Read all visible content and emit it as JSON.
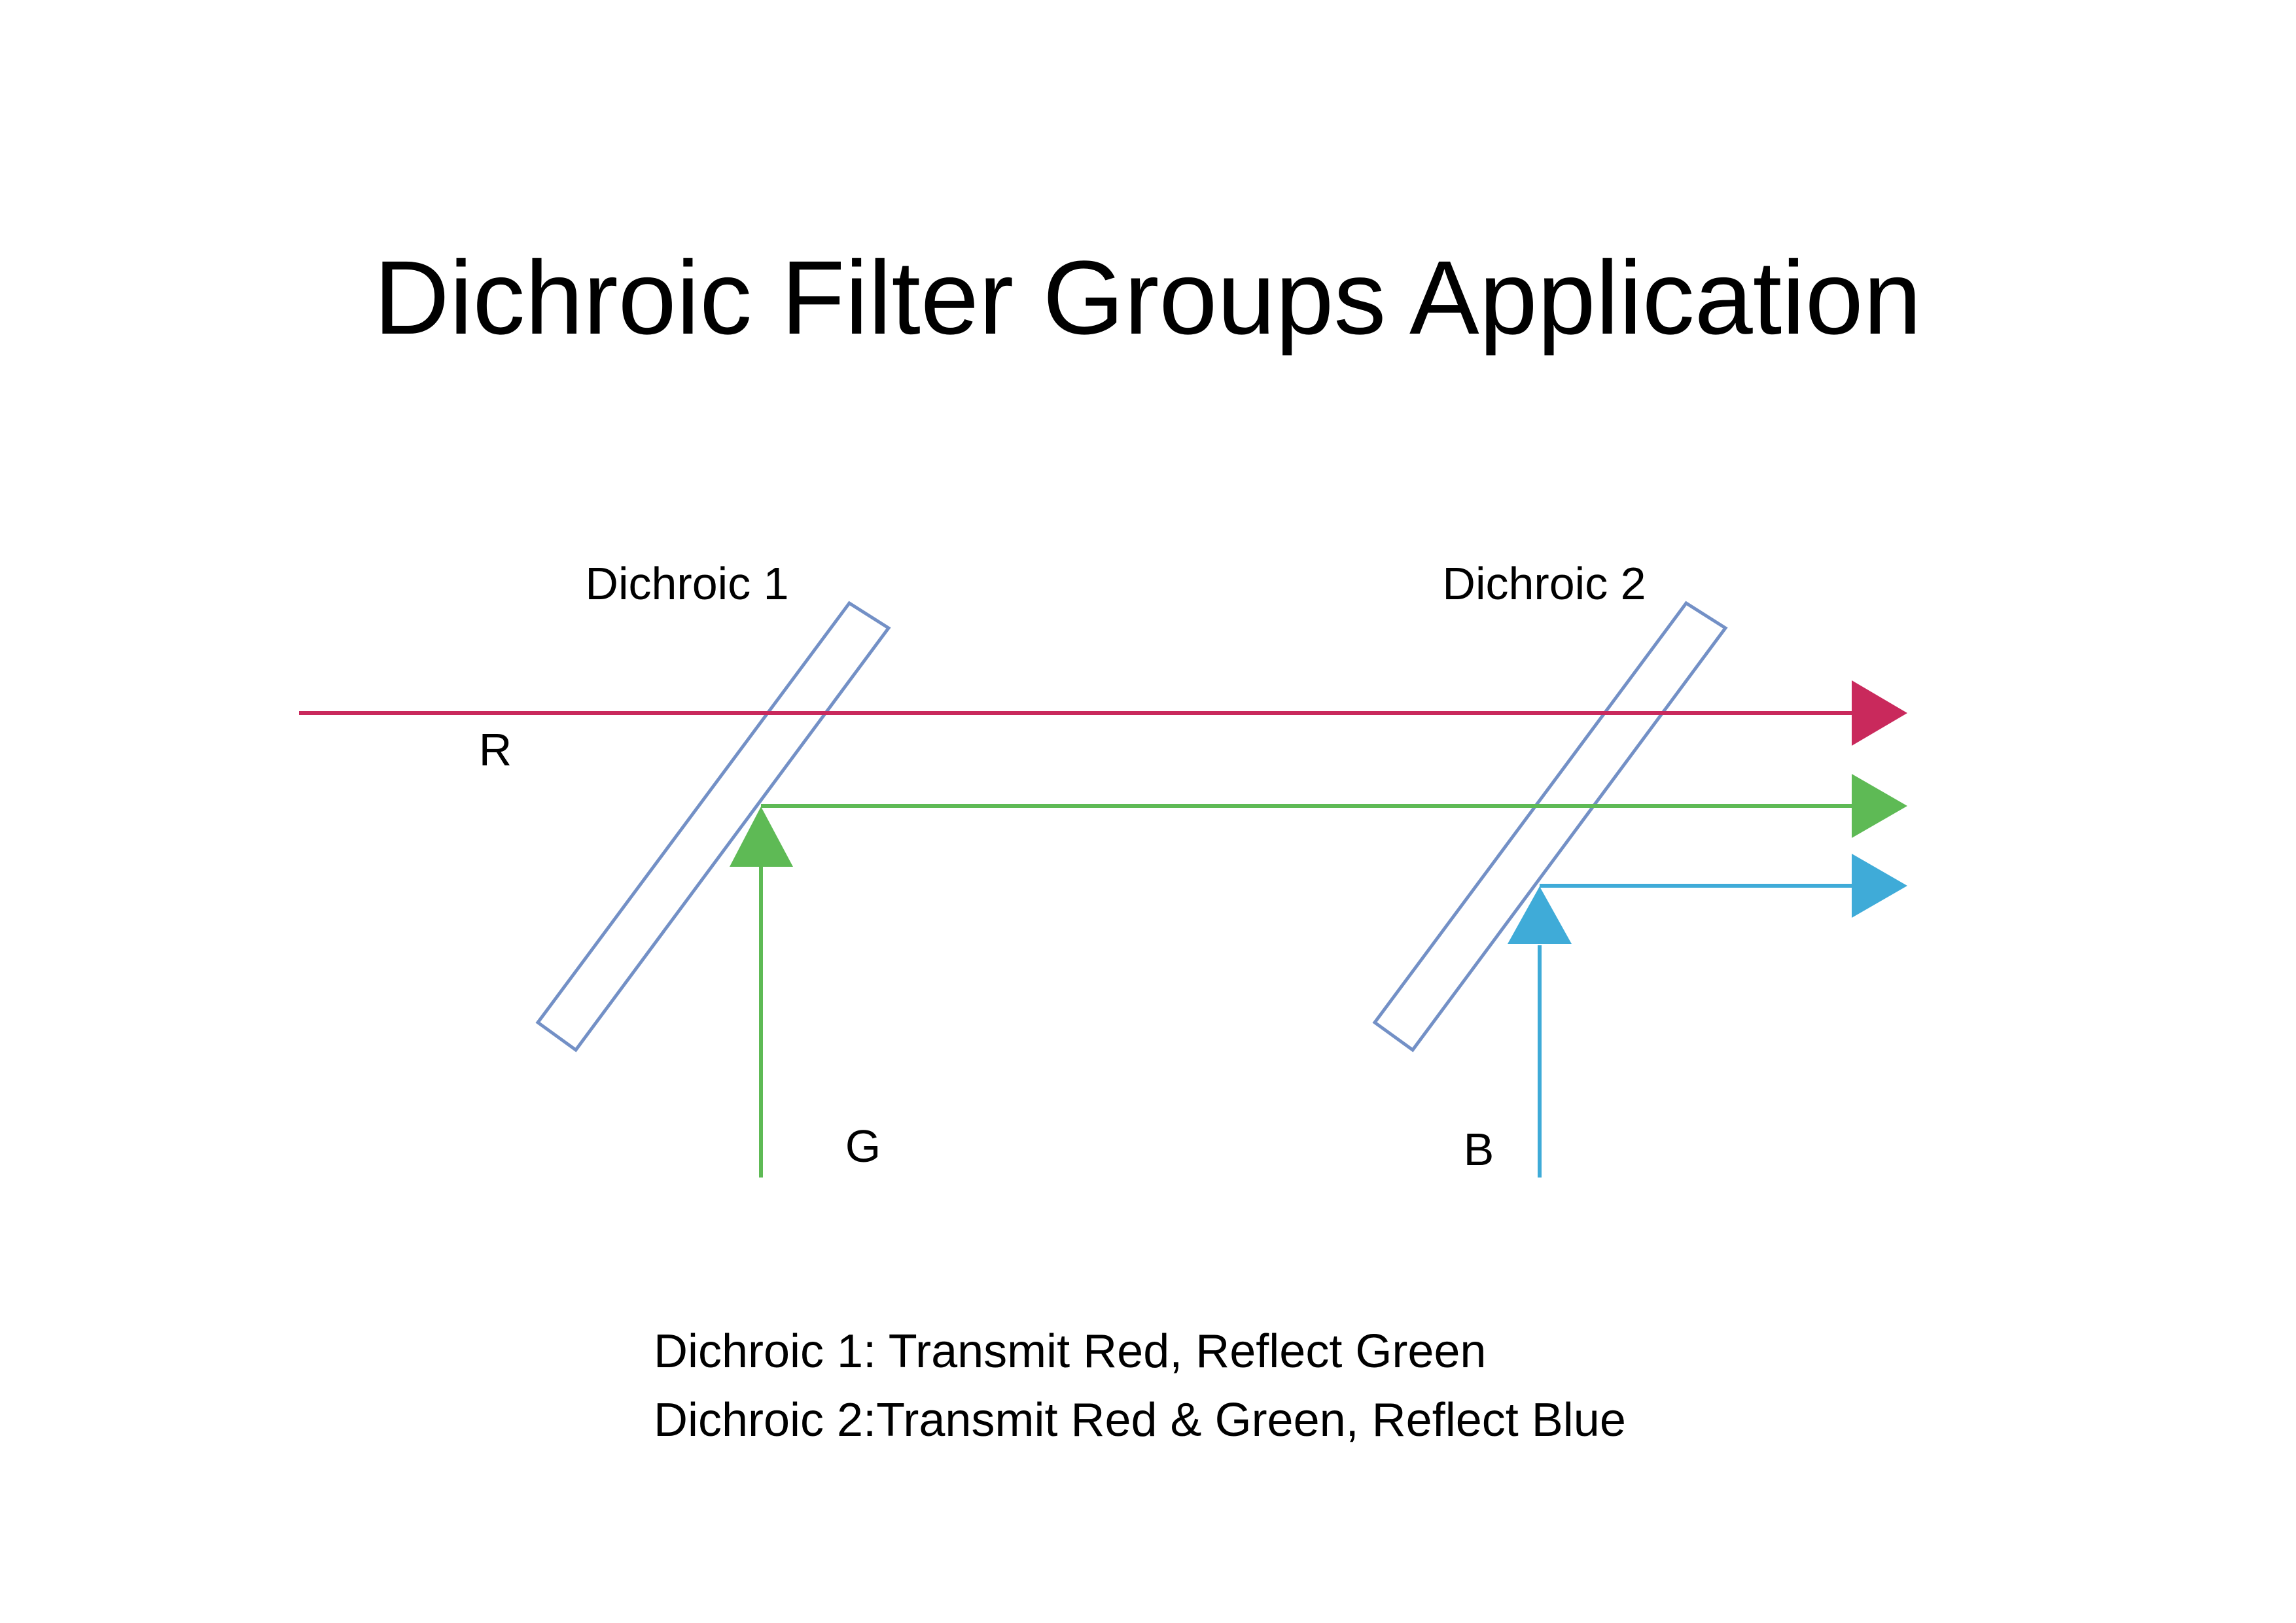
{
  "title": "Dichroic Filter Groups Application",
  "colors": {
    "red_beam": "#C9295C",
    "green_beam": "#5EBA55",
    "blue_beam": "#3FABD8",
    "filter_outline": "#7390C6",
    "text": "#000000"
  },
  "filters": [
    {
      "label": "Dichroic 1"
    },
    {
      "label": "Dichroic 2"
    }
  ],
  "beams": {
    "red": {
      "label": "R"
    },
    "green": {
      "label": "G"
    },
    "blue": {
      "label": "B"
    }
  },
  "notes": [
    "Dichroic 1: Transmit Red, Reflect Green",
    "Dichroic 2:Transmit Red & Green, Reflect Blue"
  ]
}
